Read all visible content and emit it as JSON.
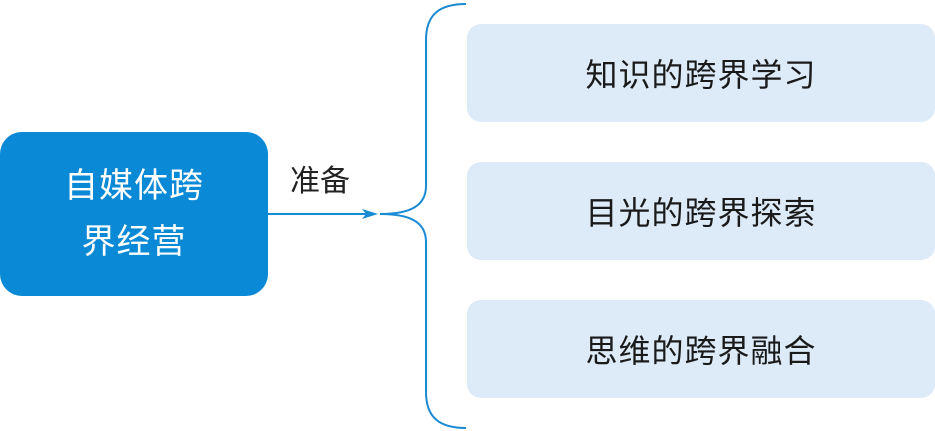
{
  "root": {
    "line1": "自媒体跨",
    "line2": "界经营"
  },
  "edge": {
    "label": "准备"
  },
  "children": [
    {
      "label": "知识的跨界学习"
    },
    {
      "label": "目光的跨界探索"
    },
    {
      "label": "思维的跨界融合"
    }
  ],
  "colors": {
    "root_fill": "#0a8ad6",
    "child_fill": "#ddeaf8",
    "connector": "#1a8ad4"
  }
}
